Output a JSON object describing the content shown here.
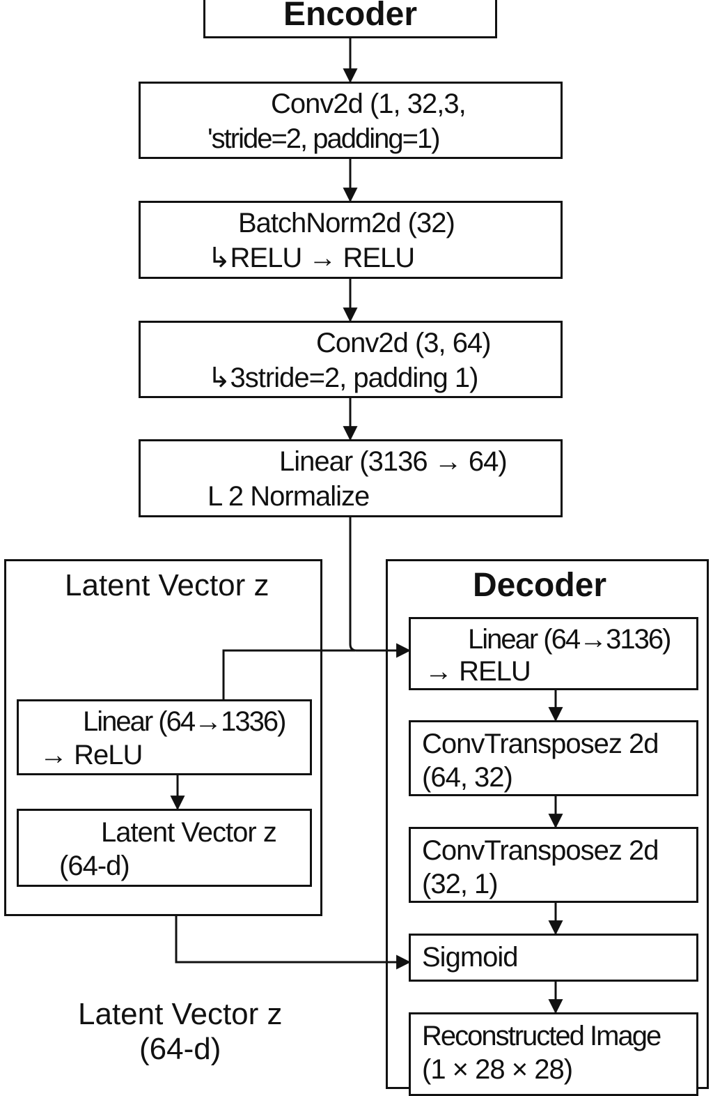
{
  "encoder": {
    "title": "Encoder",
    "blocks": [
      {
        "line1": "Conv2d (1, 32,3,",
        "line2": "'stride=2, padding=1)"
      },
      {
        "line1": "BatchNorm2d (32)",
        "line2": "↳RELU → RELU"
      },
      {
        "line1": "Conv2d (3, 64)",
        "line2": "↳3stride=2, padding 1)"
      },
      {
        "line1": "Linear (3136 → 64)",
        "line2": "L 2 Normalize"
      }
    ]
  },
  "latent_panel": {
    "title": "Latent Vector z",
    "blocks": [
      {
        "line1": "Linear (64→1336)",
        "line2": "→ ReLU"
      },
      {
        "line1": "Latent Vector z",
        "line2": "(64-d)"
      }
    ]
  },
  "decoder": {
    "title": "Decoder",
    "blocks": [
      {
        "line1": "Linear (64→3136)",
        "line2": "→ RELU"
      },
      {
        "line1": "ConvTransposez 2d",
        "line2": "(64, 32)"
      },
      {
        "line1": "ConvTransposez 2d",
        "line2": "(32, 1)"
      },
      {
        "line1": "Sigmoid"
      },
      {
        "line1": "Reconstructed Image",
        "line2": "(1 × 28 × 28)"
      }
    ]
  },
  "bottom_label": {
    "line1": "Latent Vector z",
    "line2": "(64-d)"
  }
}
